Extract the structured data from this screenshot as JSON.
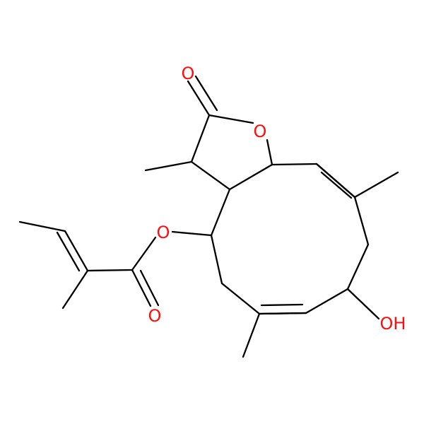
{
  "molecule": {
    "atoms": [
      {
        "label": "O",
        "color": "#ff0d0d"
      },
      {
        "label": "O",
        "color": "#ff0d0d"
      },
      {
        "label": "O",
        "color": "#ff0d0d"
      },
      {
        "label": "O",
        "color": "#ff0d0d"
      },
      {
        "label": "OH",
        "color": "#ff0d0d"
      }
    ],
    "bond_color": "#000000",
    "background": "#ffffff"
  }
}
